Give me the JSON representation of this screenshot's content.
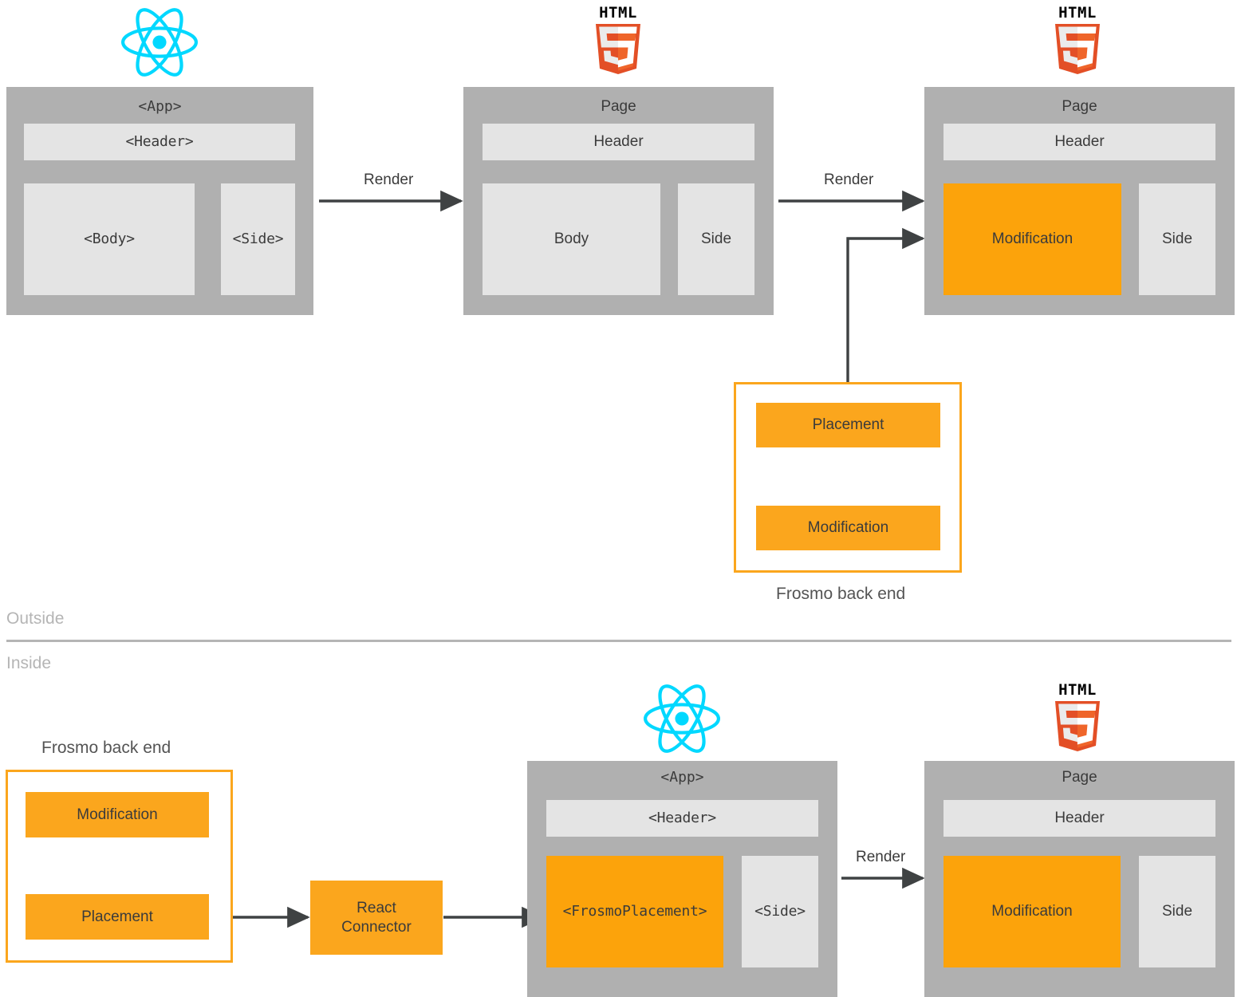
{
  "colors": {
    "panel_gray": "#b0b0b0",
    "box_light_gray": "#e4e4e4",
    "accent_orange": "#FCA30B",
    "frame_orange": "#FBA61D",
    "arrow_dark": "#3f4243",
    "react_cyan": "#00D8FF",
    "html5_orange": "#E34F26",
    "html5_orange_light": "#EF652A",
    "divider_gray": "#b5b5b5",
    "text_dark": "#3b3b3b",
    "text_muted": "#b5b5b5"
  },
  "divider": {
    "outside_label": "Outside",
    "inside_label": "Inside"
  },
  "top_row": {
    "react_app": {
      "logo": "react-logo",
      "title": "<App>",
      "header": "<Header>",
      "body": "<Body>",
      "side": "<Side>"
    },
    "render_arrow_1": "Render",
    "page_plain": {
      "logo": "html5-logo",
      "title": "Page",
      "header": "Header",
      "body": "Body",
      "side": "Side"
    },
    "render_arrow_2": "Render",
    "page_modified": {
      "logo": "html5-logo",
      "title": "Page",
      "header": "Header",
      "body": "Modification",
      "side": "Side"
    }
  },
  "backend_top": {
    "label": "Frosmo back end",
    "placement": "Placement",
    "modification": "Modification"
  },
  "bottom_row": {
    "backend": {
      "label": "Frosmo back end",
      "modification": "Modification",
      "placement": "Placement"
    },
    "connector": {
      "line1": "React",
      "line2": "Connector"
    },
    "react_app": {
      "logo": "react-logo",
      "title": "<App>",
      "header": "<Header>",
      "body": "<FrosmoPlacement>",
      "side": "<Side>"
    },
    "render_arrow": "Render",
    "page_modified": {
      "logo": "html5-logo",
      "title": "Page",
      "header": "Header",
      "body": "Modification",
      "side": "Side"
    }
  }
}
